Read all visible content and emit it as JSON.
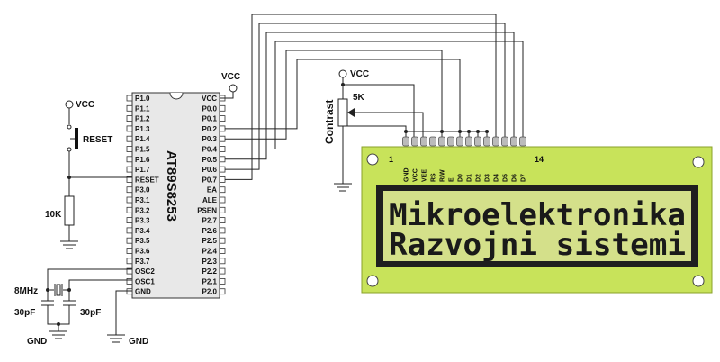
{
  "mcu": {
    "name": "AT89S8253",
    "left_pins": [
      "P1.0",
      "P1.1",
      "P1.2",
      "P1.3",
      "P1.4",
      "P1.5",
      "P1.6",
      "P1.7",
      "RESET",
      "P3.0",
      "P3.1",
      "P3.2",
      "P3.3",
      "P3.4",
      "P3.5",
      "P3.6",
      "P3.7",
      "OSC2",
      "OSC1",
      "GND"
    ],
    "right_pins": [
      "VCC",
      "P0.0",
      "P0.1",
      "P0.2",
      "P0.3",
      "P0.4",
      "P0.5",
      "P0.6",
      "P0.7",
      "EA",
      "ALE",
      "PSEN",
      "P2.7",
      "P2.6",
      "P2.5",
      "P2.4",
      "P2.3",
      "P2.2",
      "P2.1",
      "P2.0"
    ]
  },
  "labels": {
    "vcc_mcu": "VCC",
    "vcc_reset": "VCC",
    "vcc_pot": "VCC",
    "reset": "RESET",
    "res_10k": "10K",
    "crystal": "8MHz",
    "cap1": "30pF",
    "cap2": "30pF",
    "gnd1": "GND",
    "gnd2": "GND",
    "pot": "5K",
    "contrast": "Contrast"
  },
  "lcd": {
    "pin_first": "1",
    "pin_last": "14",
    "pin_names": [
      "GND",
      "VCC",
      "VEE",
      "RS",
      "R/W",
      "E",
      "D0",
      "D1",
      "D2",
      "D3",
      "D4",
      "D5",
      "D6",
      "D7"
    ],
    "line1": "Mikroelektronika",
    "line2": "Razvojni sistemi",
    "board_color": "#c8e35a",
    "screen_color": "#d4e08a"
  }
}
